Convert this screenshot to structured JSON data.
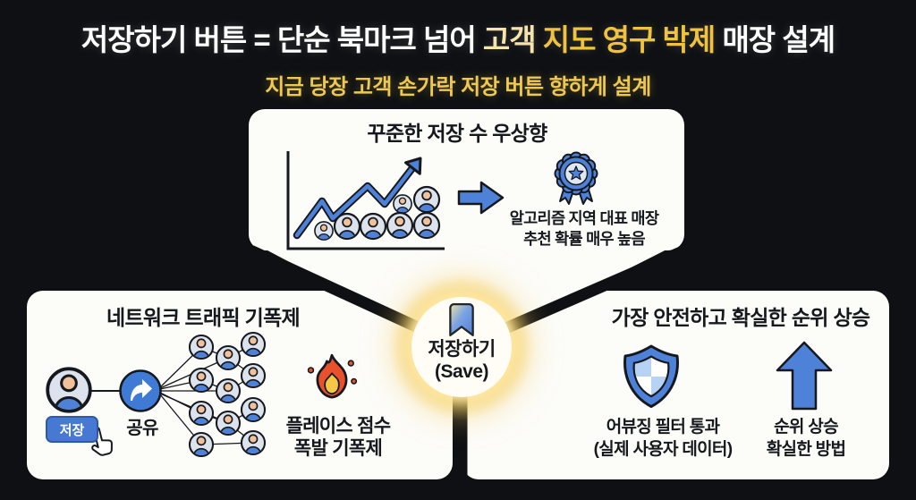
{
  "header": {
    "title_segments": [
      {
        "text": "저장하기 버튼 = 단순 북마크 넘어 ",
        "color": "#ffffff"
      },
      {
        "text": "고객 ",
        "color": "#f6e4ad"
      },
      {
        "text": "지도 영구 박제",
        "color": "#f0c23e"
      },
      {
        "text": " 매장 설계",
        "color": "#ffffff"
      }
    ],
    "subtitle": "지금 당장 고객 손가락 저장 버튼 향하게 설계"
  },
  "center_hub": {
    "icon": "bookmark-icon",
    "label_ko": "저장하기",
    "label_en": "(Save)"
  },
  "top_panel": {
    "title": "꾸준한 저장 수 우상향",
    "caption_line1": "알고리즘 지역 대표 매장",
    "caption_line2": "추천 확률 매우 높음",
    "icons": [
      "trend-chart-icon",
      "growth-arrow-icon",
      "user-avatar-icon",
      "right-arrow-icon",
      "medal-icon"
    ]
  },
  "left_panel": {
    "title": "네트워크 트래픽 기폭제",
    "save_button_label": "저장",
    "share_label": "공유",
    "caption_line1": "플레이스 점수",
    "caption_line2": "폭발 기폭제",
    "icons": [
      "user-avatar-icon",
      "cursor-hand-icon",
      "share-icon",
      "network-icon",
      "fire-icon"
    ]
  },
  "right_panel": {
    "title": "가장 안전하고 확실한 순위 상승",
    "shield_caption_line1": "어뷰징 필터 통과",
    "shield_caption_line2": "(실제 사용자 데이터)",
    "arrow_caption_line1": "순위 상승",
    "arrow_caption_line2": "확실한 방법",
    "icons": [
      "shield-icon",
      "up-arrow-icon"
    ]
  },
  "colors": {
    "background": "#0e1013",
    "panel": "#fcfcf9",
    "accent_blue": "#4e82d8",
    "accent_gold": "#f0c23e",
    "subtitle_gold": "#eec84f",
    "fire_red": "#e8512c",
    "fire_yellow": "#f6c645",
    "glow": "#f7d164"
  }
}
